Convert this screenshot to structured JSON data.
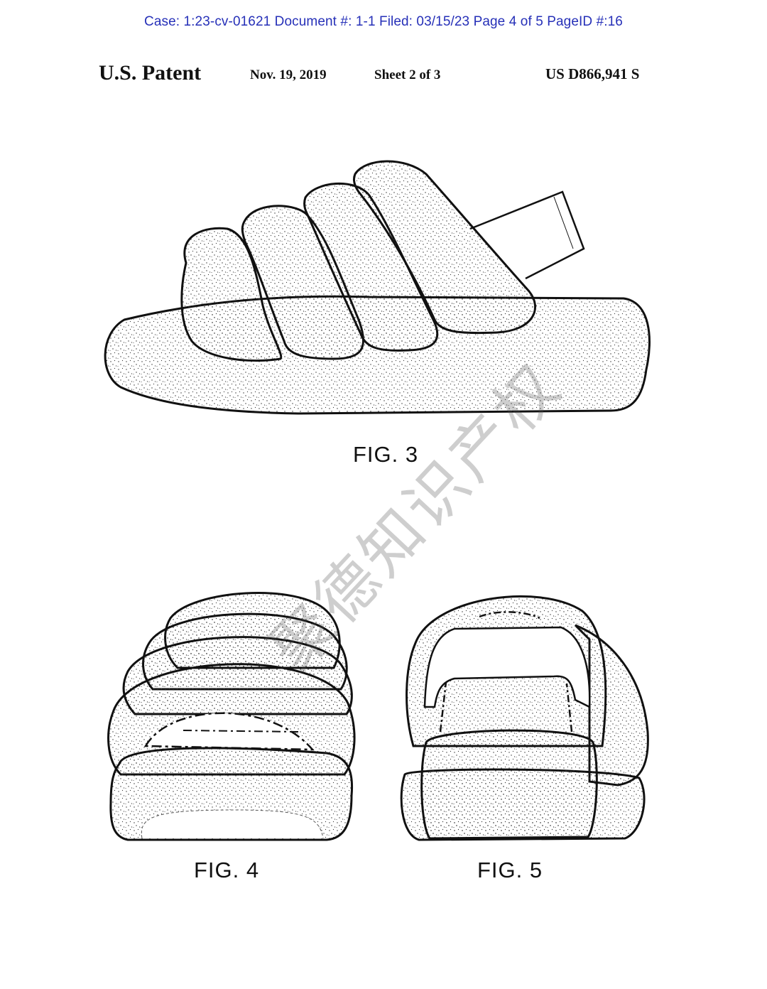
{
  "case_header": "Case: 1:23-cv-01621 Document #: 1-1 Filed: 03/15/23 Page 4 of 5 PageID #:16",
  "patent_header": {
    "title": "U.S. Patent",
    "date": "Nov. 19, 2019",
    "sheet": "Sheet 2 of 3",
    "number": "US D866,941 S"
  },
  "figures": [
    {
      "label": "FIG. 3"
    },
    {
      "label": "FIG. 4"
    },
    {
      "label": "FIG. 5"
    }
  ],
  "watermark": "聚德知识产权"
}
